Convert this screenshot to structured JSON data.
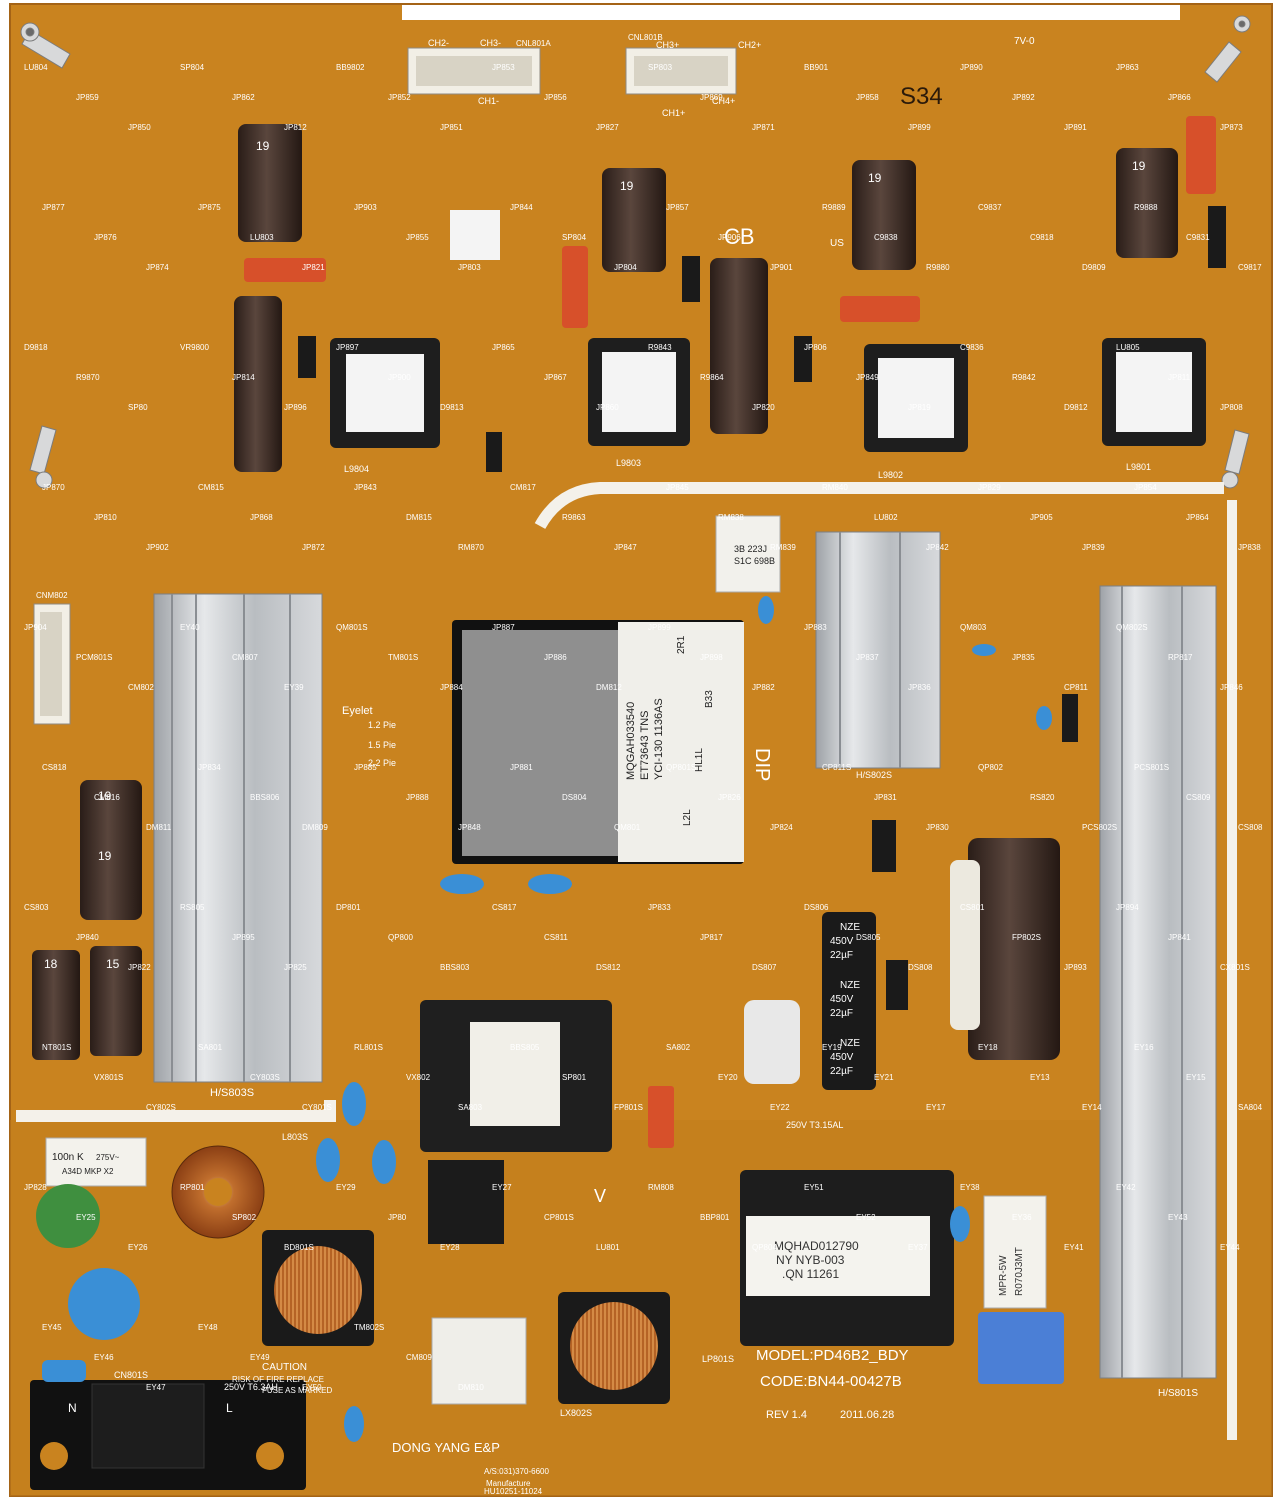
{
  "board": {
    "model_line": "MODEL:PD46B2_BDY",
    "code_line": "CODE:BN44-00427B",
    "rev": "REV 1.4",
    "date": "2011.06.28",
    "maker": "DONG YANG E&P",
    "dip": "DIP",
    "eyelet": "Eyelet",
    "pie_12": "1.2 Pie",
    "pie_15": "1.5 Pie",
    "pie_22": "2.2 Pie",
    "caution": "CAUTION",
    "caution_line1": "RISK OF FIRE REPLACE",
    "caution_line2": "FUSE AS MARKED",
    "fuse_main_rating": "250V T6.3AH",
    "fuse_small_rating": "250V T3.15AL",
    "hu_code": "HU10251-11024",
    "as_code": "A/S:031)370-6600",
    "manufacture": "Manufacture",
    "cb_mark": "CB",
    "ul_mark": "US",
    "handwritten": "S34",
    "v_mark": "V",
    "n_mark": "N",
    "l_mark": "L",
    "top_right_code": "7V-0"
  },
  "ic_label": {
    "line1": "MQGAH033540",
    "line2": "ET73643 TNS",
    "line3": "YCI-130 1136AS",
    "tag_2r1": "2R1",
    "tag_b33": "B33",
    "tag_hl1l": "HL1L",
    "tag_l2l": "L2L"
  },
  "transformer_label": {
    "line1": "MQHAD012790",
    "line2": "NY NYB-003",
    "line3": ".QN 11261"
  },
  "relay_label": {
    "line1": "3B 223J",
    "line2": "S1C 698B"
  },
  "x_cap_label": {
    "line1": "100n K",
    "line2": "275V~",
    "line3": "A34D MKP X2"
  },
  "mpr_label": {
    "line1": "MPR-5W",
    "line2": "R070J3MT"
  },
  "caps_nze": [
    {
      "brand": "NZE",
      "v": "450V",
      "c": "22µF"
    },
    {
      "brand": "NZE",
      "v": "450V",
      "c": "22µF"
    },
    {
      "brand": "NZE",
      "v": "450V",
      "c": "22µF"
    }
  ],
  "cap_marks": [
    "19",
    "19",
    "19",
    "19",
    "19",
    "19",
    "15",
    "18"
  ],
  "heatsinks": {
    "left": "H/S803S",
    "mid": "H/S802S",
    "right": "H/S801S"
  },
  "connectors": {
    "cnl801a": "CNL801A",
    "cnl801b": "CNL801B",
    "cnm802": "CNM802",
    "cn801s": "CN801S",
    "ch2m": "CH2-",
    "ch3m": "CH3-",
    "ch1m": "CH1-",
    "ch3p": "CH3+",
    "ch2p": "CH2+",
    "ch4p": "CH4+",
    "ch1p": "CH1+"
  },
  "inductors": [
    "L9804",
    "L9803",
    "L9802",
    "L9801",
    "L803S",
    "LP801S",
    "LX802S"
  ],
  "refdes": [
    "LU804",
    "JP859",
    "JP850",
    "SP804",
    "JP862",
    "JP812",
    "BB9802",
    "JP852",
    "JP851",
    "JP853",
    "JP856",
    "JP827",
    "SP803",
    "JP869",
    "JP871",
    "BB901",
    "JP858",
    "JP899",
    "JP890",
    "JP892",
    "JP891",
    "JP863",
    "JP866",
    "JP873",
    "JP877",
    "JP876",
    "JP874",
    "JP875",
    "LU803",
    "JP821",
    "JP903",
    "JP855",
    "JP803",
    "JP844",
    "SP804",
    "JP804",
    "JP857",
    "JP906",
    "JP901",
    "R9889",
    "C9838",
    "R9880",
    "C9837",
    "C9818",
    "D9809",
    "R9888",
    "C9831",
    "C9817",
    "D9818",
    "R9870",
    "SP80",
    "VR9800",
    "JP814",
    "JP896",
    "JP897",
    "JP900",
    "D9813",
    "JP865",
    "JP867",
    "JP860",
    "R9843",
    "R9864",
    "JP820",
    "JP806",
    "JP849",
    "JP819",
    "C9836",
    "R9842",
    "D9812",
    "LU805",
    "JP811",
    "JP808",
    "JP870",
    "JP810",
    "JP902",
    "CM815",
    "JP868",
    "JP872",
    "JP843",
    "DM815",
    "RM870",
    "CM817",
    "R9863",
    "JP847",
    "JP845",
    "RM838",
    "RM839",
    "RM840",
    "LU802",
    "JP842",
    "JP829",
    "JP905",
    "JP839",
    "JP854",
    "JP864",
    "JP838",
    "JP904",
    "PCM801S",
    "CM802",
    "EY40",
    "CM807",
    "EY39",
    "QM801S",
    "TM801S",
    "JP884",
    "JP887",
    "JP886",
    "DM812",
    "JP899",
    "JP898",
    "JP882",
    "JP883",
    "JP837",
    "JP836",
    "QM803",
    "JP835",
    "CP811",
    "QM802S",
    "RP817",
    "JP846",
    "CS818",
    "CM816",
    "DM811",
    "JP834",
    "BBS806",
    "DM809",
    "JP885",
    "JP888",
    "JP848",
    "JP881",
    "DS804",
    "QM801",
    "QP801S",
    "JP826",
    "JP824",
    "CP811S",
    "JP831",
    "JP830",
    "QP802",
    "RS820",
    "PCS802S",
    "PCS801S",
    "CS809",
    "CS808",
    "CS803",
    "JP840",
    "JP822",
    "RS805",
    "JP895",
    "JP825",
    "DP801",
    "QP800",
    "BBS803",
    "CS817",
    "CS811",
    "DS812",
    "JP833",
    "JP817",
    "DS807",
    "DS806",
    "DS805",
    "DS808",
    "CS801",
    "FP802S",
    "JP893",
    "JP894",
    "JP841",
    "CX801S",
    "NT801S",
    "VX801S",
    "CY802S",
    "SA801",
    "CY803S",
    "CY801S",
    "RL801S",
    "VX802",
    "SA803",
    "BBS805",
    "SP801",
    "FP801S",
    "SA802",
    "EY20",
    "EY22",
    "EY19",
    "EY21",
    "EY17",
    "EY18",
    "EY13",
    "EY14",
    "EY16",
    "EY15",
    "SA804",
    "JP828",
    "EY25",
    "EY26",
    "RP801",
    "SP802",
    "BD801S",
    "EY29",
    "JP80",
    "EY28",
    "EY27",
    "CP801S",
    "LU801",
    "RM808",
    "BBP801",
    "QP804",
    "EY51",
    "EY52",
    "EY37",
    "EY38",
    "EY36",
    "EY41",
    "EY42",
    "EY43",
    "EY44",
    "EY45",
    "EY46",
    "EY47",
    "EY48",
    "EY49",
    "EY50",
    "TM802S",
    "CM809",
    "DM810"
  ],
  "colors": {
    "pcb": "#c9831f",
    "pcb_dark": "#a9661a",
    "silk": "#ffffff",
    "heatsink": "#c9ccd0",
    "cap_body": "#3a2a24",
    "cap_blue": "#3a8fd6"
  }
}
